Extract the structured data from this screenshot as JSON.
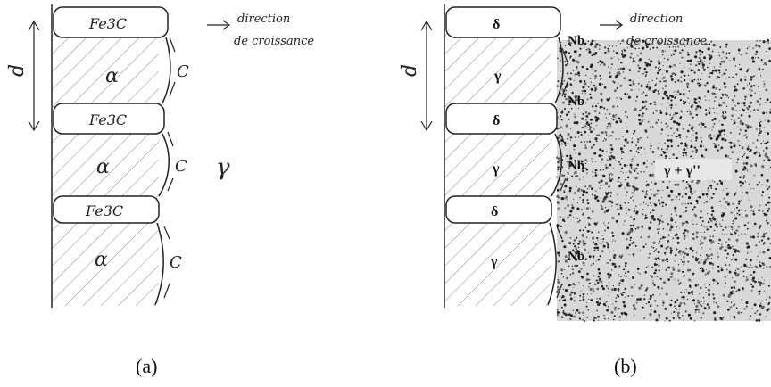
{
  "panel_a": {
    "caption": "(a)",
    "lamella_labels": [
      "Fe3C",
      "Fe3C",
      "Fe3C"
    ],
    "ferrite_labels": [
      "α",
      "α",
      "α"
    ],
    "carbon_labels": [
      "C",
      "C",
      "C"
    ],
    "matrix_label": "γ",
    "dimension_label": "d",
    "direction_line1": "direction",
    "direction_line2": "de croissance"
  },
  "panel_b": {
    "caption": "(b)",
    "lamella_labels": [
      "δ",
      "δ",
      "δ"
    ],
    "phase_labels": [
      "γ",
      "γ",
      "γ"
    ],
    "niobium_labels": [
      "Nb",
      "Nb",
      "Nb",
      "Nb"
    ],
    "matrix_label": "γ + γ''",
    "dimension_label": "d",
    "direction_line1": "direction",
    "direction_line2": "de croissance"
  }
}
